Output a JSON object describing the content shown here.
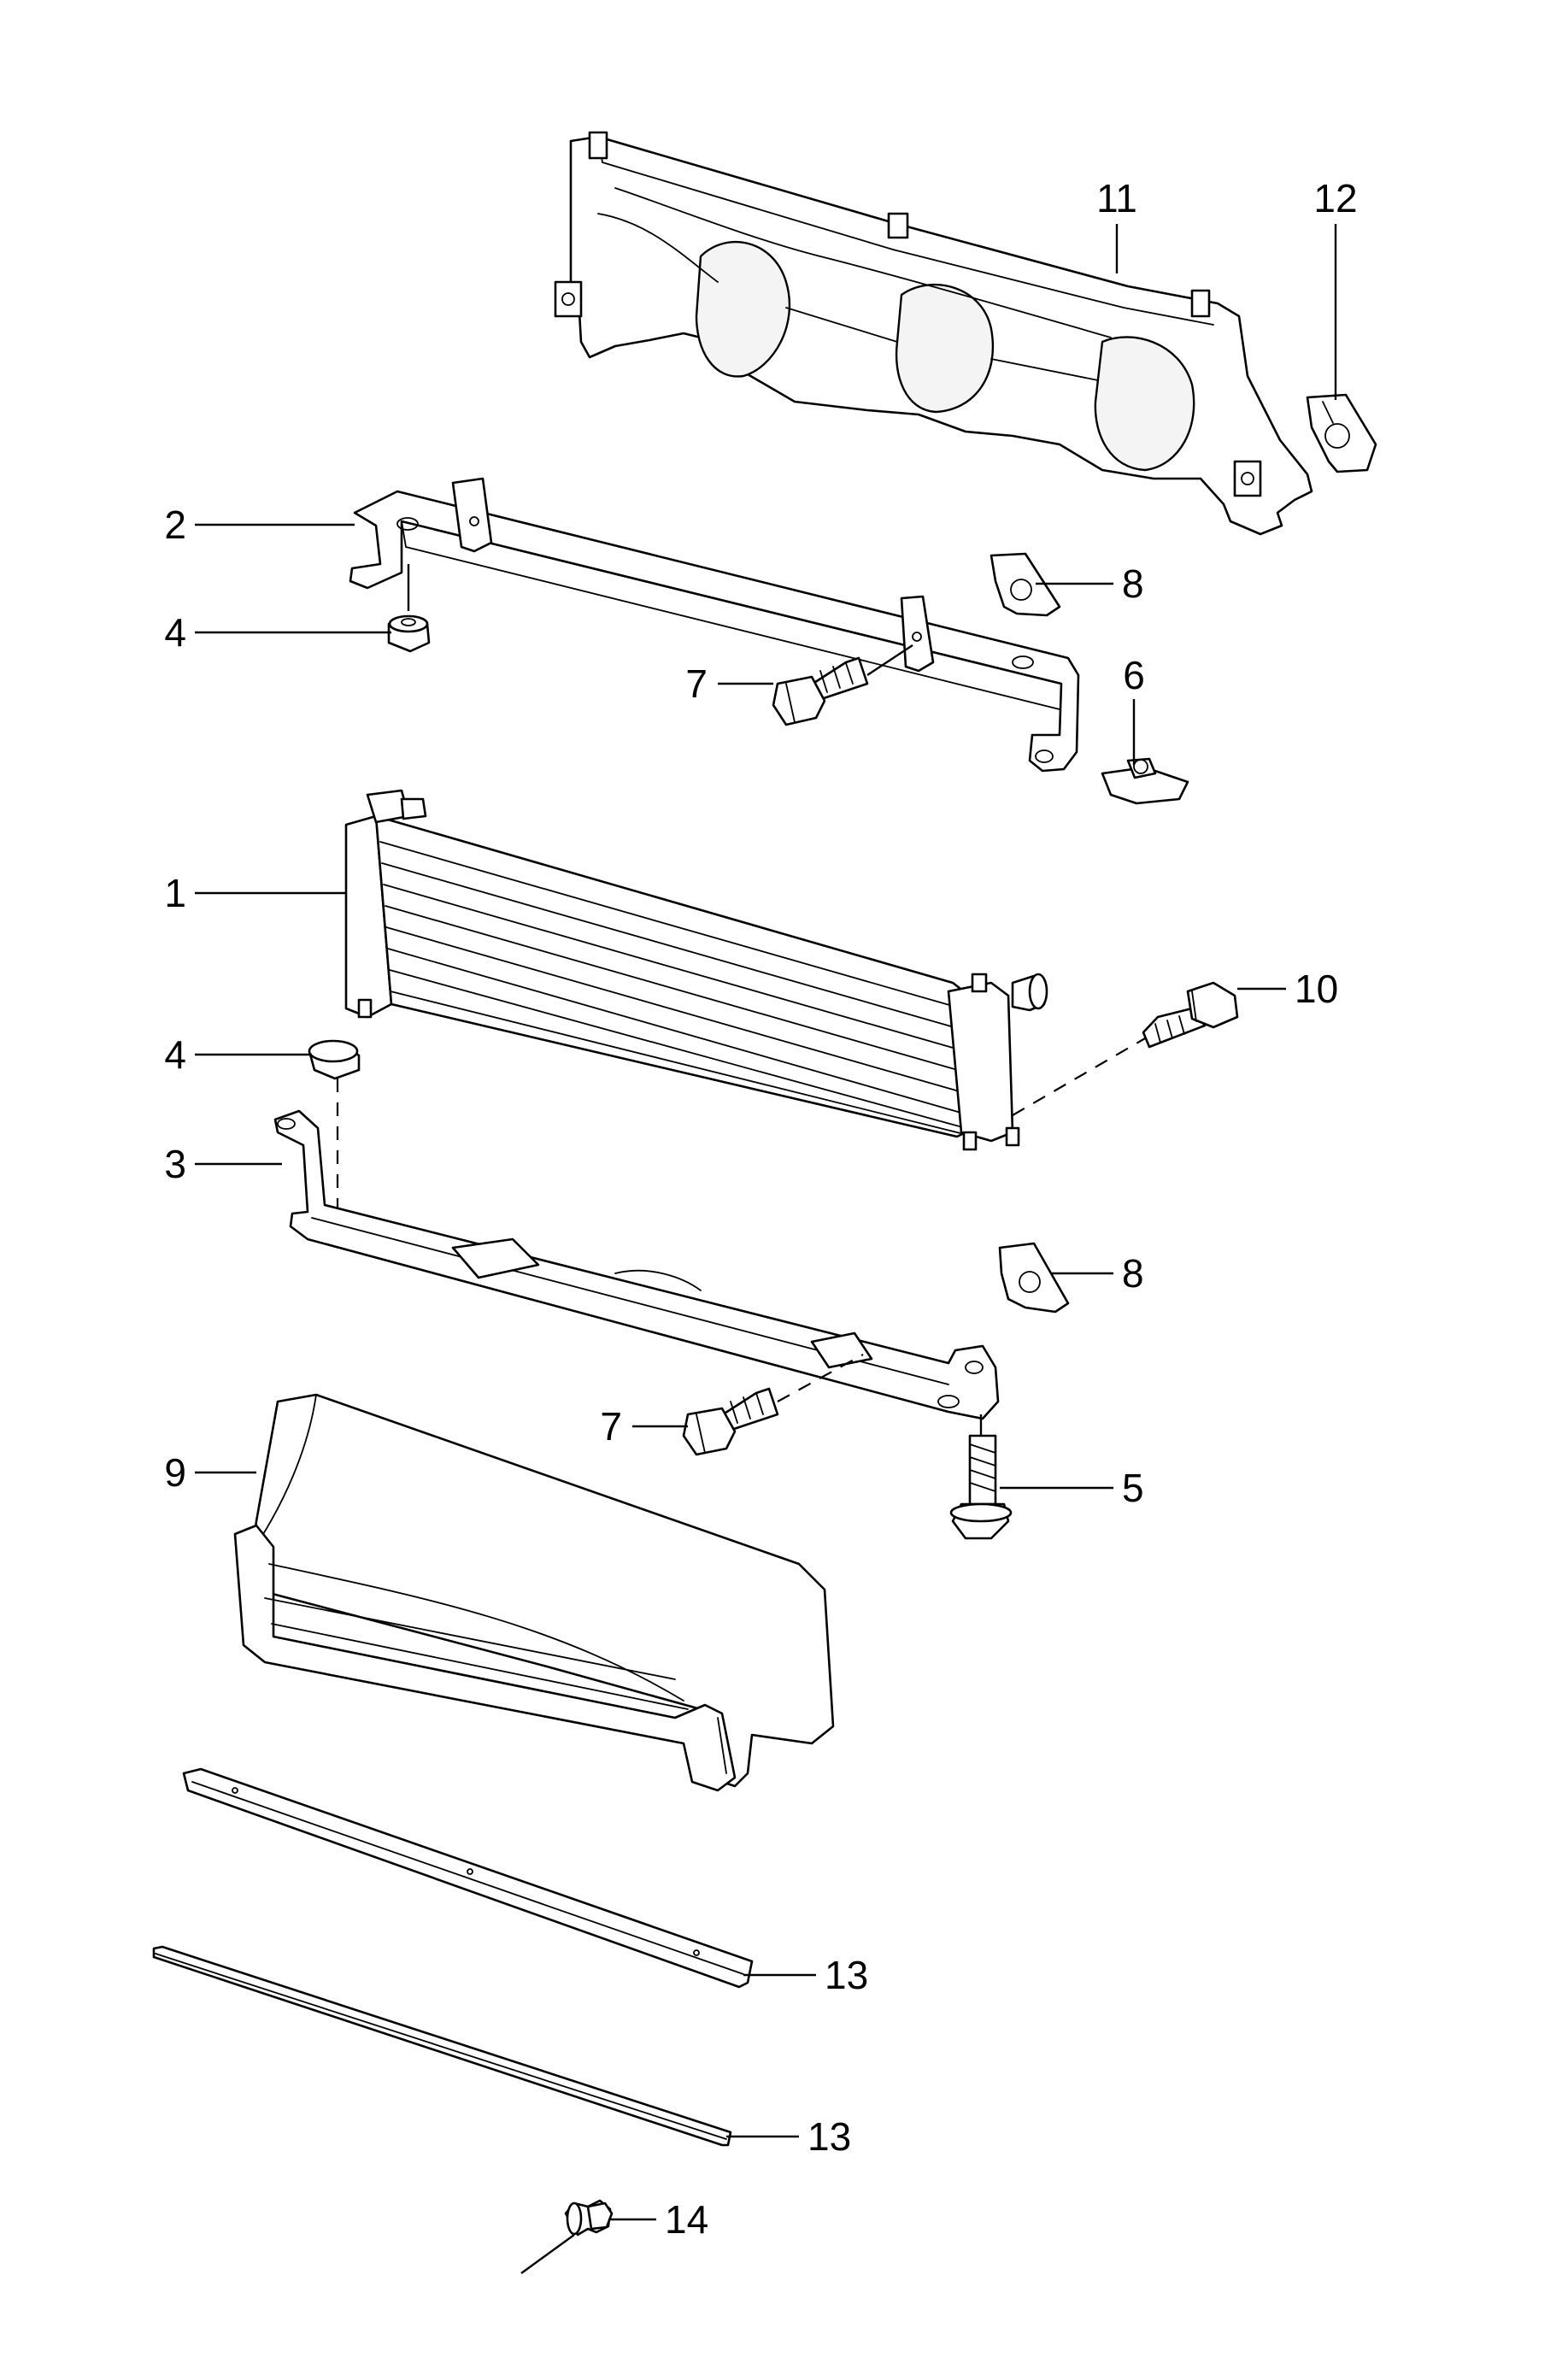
{
  "colors": {
    "line": "#000000",
    "background": "#ffffff"
  },
  "callouts": [
    {
      "id": "c1",
      "label": "1"
    },
    {
      "id": "c2",
      "label": "2"
    },
    {
      "id": "c3",
      "label": "3"
    },
    {
      "id": "c4a",
      "label": "4"
    },
    {
      "id": "c4b",
      "label": "4"
    },
    {
      "id": "c5",
      "label": "5"
    },
    {
      "id": "c6",
      "label": "6"
    },
    {
      "id": "c7a",
      "label": "7"
    },
    {
      "id": "c7b",
      "label": "7"
    },
    {
      "id": "c8a",
      "label": "8"
    },
    {
      "id": "c8b",
      "label": "8"
    },
    {
      "id": "c9",
      "label": "9"
    },
    {
      "id": "c10",
      "label": "10"
    },
    {
      "id": "c11",
      "label": "11"
    },
    {
      "id": "c12",
      "label": "12"
    },
    {
      "id": "c13a",
      "label": "13"
    },
    {
      "id": "c13b",
      "label": "13"
    },
    {
      "id": "c14",
      "label": "14"
    }
  ]
}
